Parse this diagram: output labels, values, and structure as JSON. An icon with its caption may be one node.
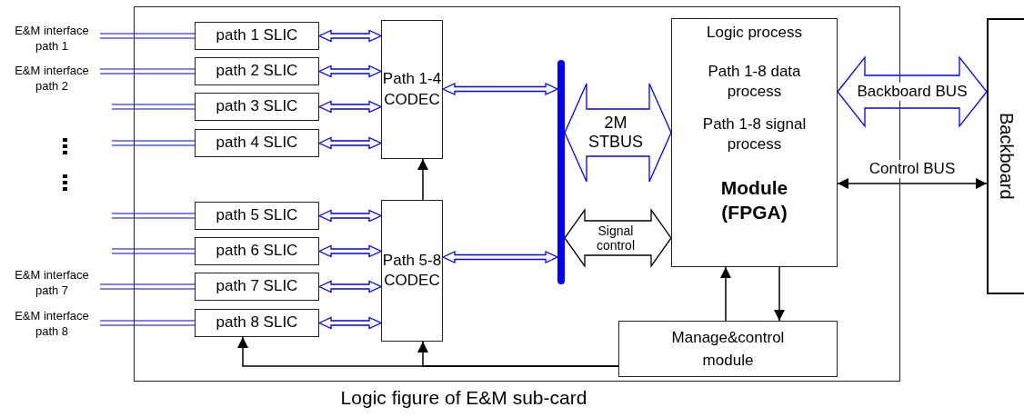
{
  "diagram": {
    "caption": "Logic figure of E&M sub-card",
    "nodes": [
      {
        "text": [],
        "shape": "box"
      },
      {
        "text": [
          "path 1 SLIC"
        ],
        "in": 0
      },
      {
        "text": [
          "path 2 SLIC"
        ],
        "in": 0
      },
      {
        "text": [
          "path 3 SLIC"
        ],
        "in": 0
      },
      {
        "text": [
          "path 4 SLIC"
        ],
        "in": 0
      },
      {
        "text": [
          "path 5 SLIC"
        ],
        "in": 0
      },
      {
        "text": [
          "path 6 SLIC"
        ],
        "in": 0
      },
      {
        "text": [
          "path 7 SLIC"
        ],
        "in": 0
      },
      {
        "text": [
          "path 8 SLIC"
        ],
        "in": 0
      },
      {
        "text": [
          "Path 1-4 CODEC"
        ],
        "in": 0
      },
      {
        "text": [
          "Path 5-8 CODEC"
        ],
        "in": 0
      },
      {
        "text": [],
        "shape": "bar",
        "in": 0
      },
      {
        "text": [
          "Logic process",
          "Path 1-8 data process",
          "Path 1-8 signal process",
          "Module (FPGA)"
        ],
        "in": 0
      },
      {
        "text": [
          "Manage&control module"
        ],
        "in": 0
      },
      {
        "text": [
          "Backboard"
        ]
      },
      {
        "text": [
          "E&M interface path 1"
        ]
      },
      {
        "text": [
          "E&M interface path 2"
        ]
      },
      {
        "text": [
          "E&M interface path 7"
        ]
      },
      {
        "text": [
          "E&M interface path 8"
        ]
      }
    ],
    "edges": [
      {
        "from": 15,
        "to": 1,
        "arrow": "none"
      },
      {
        "from": 16,
        "to": 2,
        "arrow": "none"
      },
      {
        "from": null,
        "to": 3,
        "arrow": "none"
      },
      {
        "from": null,
        "to": 4,
        "arrow": "none"
      },
      {
        "from": null,
        "to": 5,
        "arrow": "none"
      },
      {
        "from": null,
        "to": 6,
        "arrow": "none"
      },
      {
        "from": 17,
        "to": 7,
        "arrow": "none"
      },
      {
        "from": 18,
        "to": 8,
        "arrow": "none"
      },
      {
        "from": 1,
        "to": 9,
        "arrow": "both"
      },
      {
        "from": 2,
        "to": 9,
        "arrow": "both"
      },
      {
        "from": 3,
        "to": 9,
        "arrow": "both"
      },
      {
        "from": 4,
        "to": 9,
        "arrow": "both"
      },
      {
        "from": 5,
        "to": 10,
        "arrow": "both"
      },
      {
        "from": 6,
        "to": 10,
        "arrow": "both"
      },
      {
        "from": 7,
        "to": 10,
        "arrow": "both"
      },
      {
        "from": 8,
        "to": 10,
        "arrow": "both"
      },
      {
        "from": 9,
        "to": 11,
        "arrow": "both"
      },
      {
        "from": 10,
        "to": 11,
        "arrow": "both"
      },
      {
        "from": 11,
        "to": 12,
        "arrow": "both",
        "label": "2M STBUS",
        "style": "thick"
      },
      {
        "from": 11,
        "to": 12,
        "arrow": "both",
        "label": "Signal control",
        "style": "thick",
        "color": "#000000"
      },
      {
        "from": 12,
        "to": 14,
        "arrow": "both",
        "label": "Backboard BUS",
        "style": "thick"
      },
      {
        "from": 12,
        "to": 14,
        "arrow": "both",
        "label": "Control BUS",
        "color": "#000000"
      },
      {
        "from": 10,
        "to": 9,
        "arrow": "to",
        "color": "#000000"
      },
      {
        "from": 13,
        "to": 12,
        "arrow": "to",
        "color": "#000000"
      },
      {
        "from": 12,
        "to": 13,
        "arrow": "to",
        "color": "#000000"
      },
      {
        "from": 13,
        "to": 8,
        "arrow": "to",
        "color": "#000000"
      },
      {
        "from": 13,
        "to": 10,
        "arrow": "to",
        "color": "#000000"
      }
    ]
  }
}
